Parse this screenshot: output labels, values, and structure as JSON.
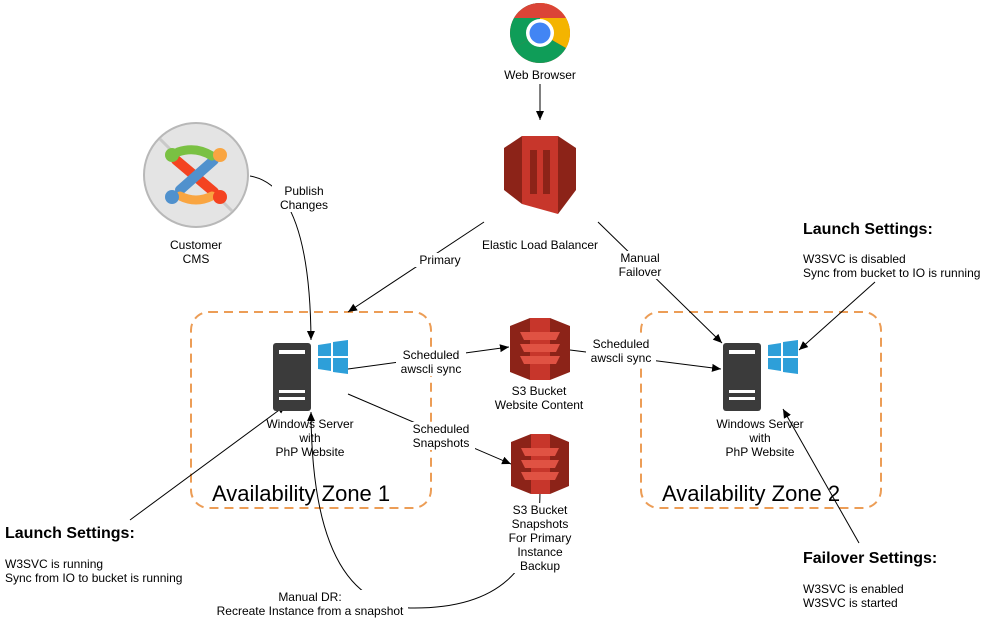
{
  "nodes": {
    "browser": "Web Browser",
    "elb": "Elastic Load Balancer",
    "cms": [
      "Customer",
      "CMS"
    ],
    "server1": [
      "Windows Server",
      "with",
      "PhP Website"
    ],
    "server2": [
      "Windows Server",
      "with",
      "PhP Website"
    ],
    "s3_content": [
      "S3 Bucket",
      "Website Content"
    ],
    "s3_snapshots": [
      "S3 Bucket",
      "Snapshots",
      "For Primary",
      "Instance",
      "Backup"
    ]
  },
  "zones": [
    "Availability Zone 1",
    "Availability Zone 2"
  ],
  "edges": {
    "publish": [
      "Publish",
      "Changes"
    ],
    "primary": "Primary",
    "failover": [
      "Manual",
      "Failover"
    ],
    "sync1": [
      "Scheduled",
      "awscli sync"
    ],
    "sync2": [
      "Scheduled",
      "awscli sync"
    ],
    "snapshots": [
      "Scheduled",
      "Snapshots"
    ],
    "manual_dr": [
      "Manual DR:",
      "Recreate Instance from a snapshot"
    ]
  },
  "launch_left": {
    "title": "Launch Settings:",
    "lines": [
      "W3SVC is running",
      "Sync from IO to bucket is running"
    ]
  },
  "launch_right": {
    "title": "Launch Settings:",
    "lines": [
      "W3SVC is disabled",
      "Sync from bucket to IO is running"
    ]
  },
  "failover_settings": {
    "title": "Failover Settings:",
    "lines": [
      "W3SVC is enabled",
      "W3SVC is started"
    ]
  },
  "colors": {
    "aws_red": "#c7362b",
    "aws_dark": "#8c2318",
    "zone_border": "#ec9d56",
    "server": "#3b3b3b",
    "windows_blue": "#2d9fd9"
  }
}
